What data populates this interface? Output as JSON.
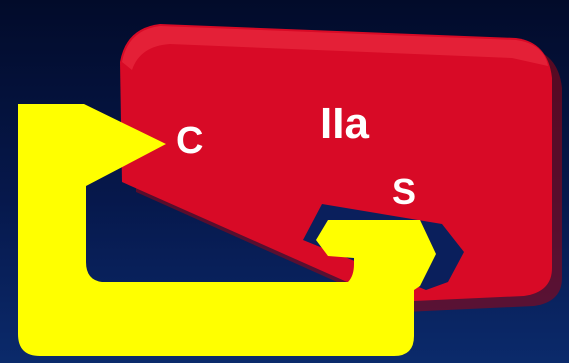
{
  "diagram": {
    "labels": {
      "c": "C",
      "iia": "IIa",
      "s": "S"
    },
    "colors": {
      "background_top": "#020b2a",
      "background_bottom": "#0b2a6b",
      "block_fill": "#d80a26",
      "block_shadow": "#8f0717",
      "block_highlight": "#ee3346",
      "molecule_fill": "#ffff00",
      "pocket_fill": "#0a1f5c",
      "label_text": "#ffffff"
    }
  }
}
